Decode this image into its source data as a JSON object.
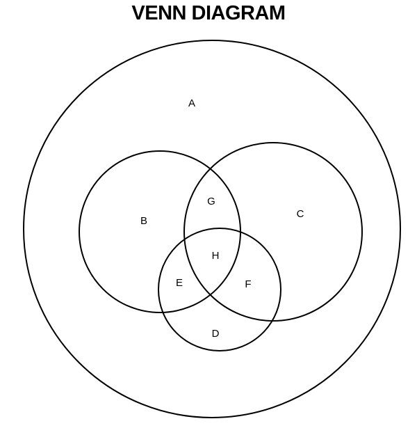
{
  "title": "VENN DIAGRAM",
  "regions": {
    "a": "A",
    "b": "B",
    "c": "C",
    "d": "D",
    "e": "E",
    "f": "F",
    "g": "G",
    "h": "H"
  },
  "colors": {
    "stroke": "#000000",
    "background": "#ffffff"
  }
}
